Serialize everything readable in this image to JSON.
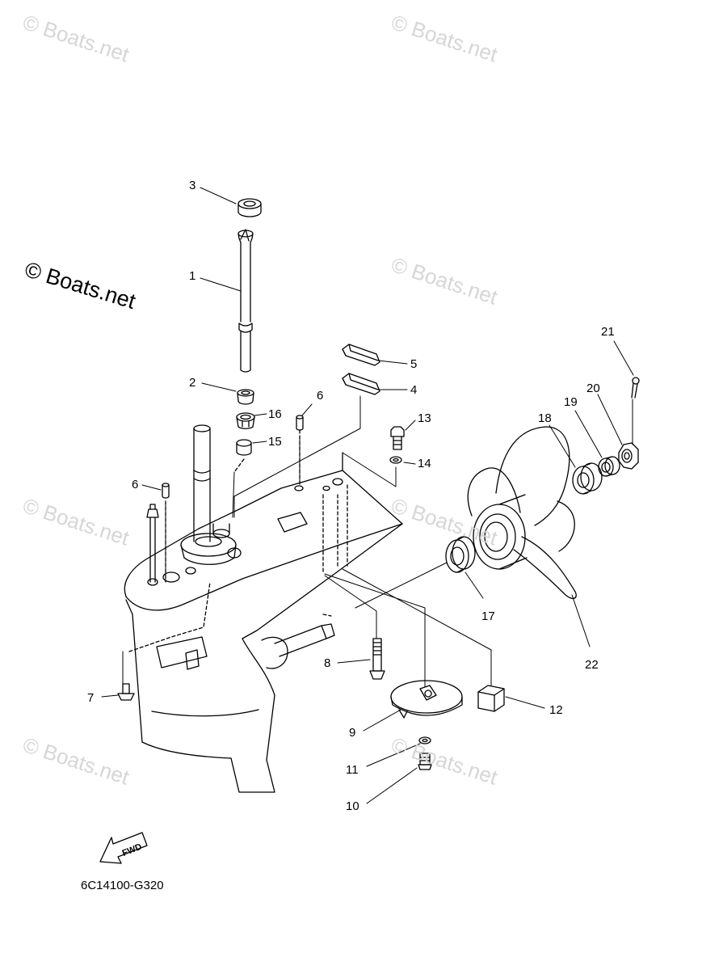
{
  "watermark": {
    "text": "© Boats.net",
    "main_text": "© Boats.net"
  },
  "callouts": [
    {
      "id": "3",
      "label": "3"
    },
    {
      "id": "1",
      "label": "1"
    },
    {
      "id": "2",
      "label": "2"
    },
    {
      "id": "16",
      "label": "16"
    },
    {
      "id": "15",
      "label": "15"
    },
    {
      "id": "6a",
      "label": "6"
    },
    {
      "id": "6b",
      "label": "6"
    },
    {
      "id": "5",
      "label": "5"
    },
    {
      "id": "4",
      "label": "4"
    },
    {
      "id": "13",
      "label": "13"
    },
    {
      "id": "14",
      "label": "14"
    },
    {
      "id": "21",
      "label": "21"
    },
    {
      "id": "20",
      "label": "20"
    },
    {
      "id": "19",
      "label": "19"
    },
    {
      "id": "18",
      "label": "18"
    },
    {
      "id": "17",
      "label": "17"
    },
    {
      "id": "22",
      "label": "22"
    },
    {
      "id": "8",
      "label": "8"
    },
    {
      "id": "7",
      "label": "7"
    },
    {
      "id": "12",
      "label": "12"
    },
    {
      "id": "9",
      "label": "9"
    },
    {
      "id": "11",
      "label": "11"
    },
    {
      "id": "10",
      "label": "10"
    }
  ],
  "fwd_label": "FWD",
  "diagram_code": "6C14100-G320"
}
